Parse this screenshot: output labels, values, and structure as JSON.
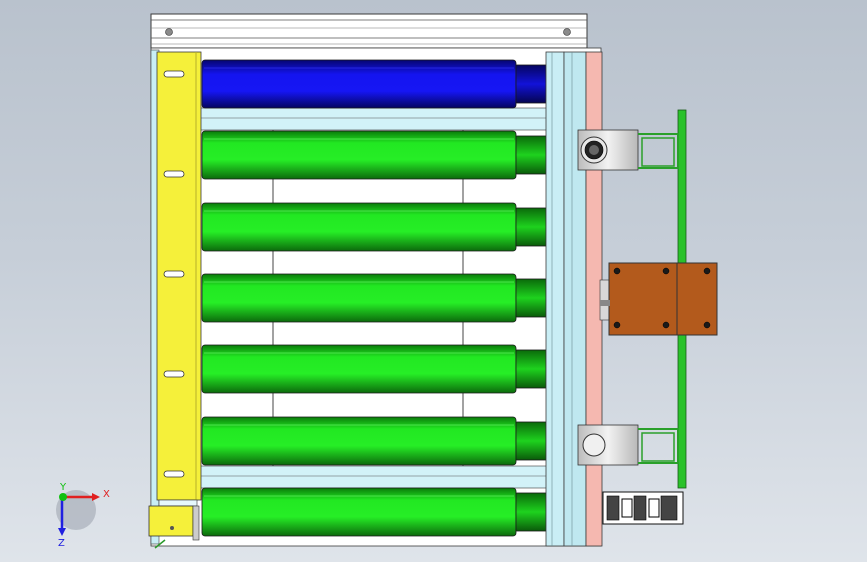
{
  "view": {
    "background_top": "#b9c2cd",
    "background_bottom": "#dfe4ea"
  },
  "colors": {
    "frame": "#ffffff",
    "frame_line": "#3a3a3a",
    "side_rail": "#c9eef5",
    "yellow_guard": "#f5f03a",
    "blue_roller": "#1010e8",
    "green_roller": "#1ee61e",
    "pink_plate": "#f5b8b0",
    "bracket": "#d0d0d0",
    "green_bar": "#2ac22a",
    "motor_plate": "#b35a1c"
  },
  "rollers": [
    {
      "color": "blue"
    },
    {
      "color": "green"
    },
    {
      "color": "green"
    },
    {
      "color": "green"
    },
    {
      "color": "green"
    },
    {
      "color": "green"
    },
    {
      "color": "green"
    }
  ],
  "triad": {
    "x_label": "X",
    "y_label": "Y",
    "z_label": "Z",
    "x_color": "#e02020",
    "y_color": "#10c010",
    "z_color": "#2020e0"
  }
}
